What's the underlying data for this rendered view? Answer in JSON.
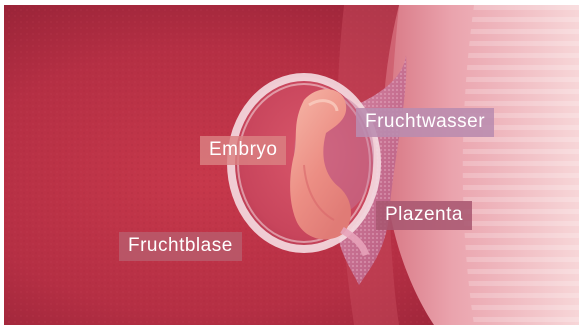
{
  "image": {
    "description": "",
    "colors": {
      "background_tissue": "#b83347",
      "right_tissue": "#f2b9bf",
      "sac_rim": "#f4d7dc",
      "embryo": "#e98a83",
      "placenta": "#c66a8a"
    }
  },
  "labels": {
    "embryo": "Embryo",
    "fruchtwasser": "Fruchtwasser",
    "plazenta": "Plazenta",
    "fruchtblase": "Fruchtblase"
  }
}
